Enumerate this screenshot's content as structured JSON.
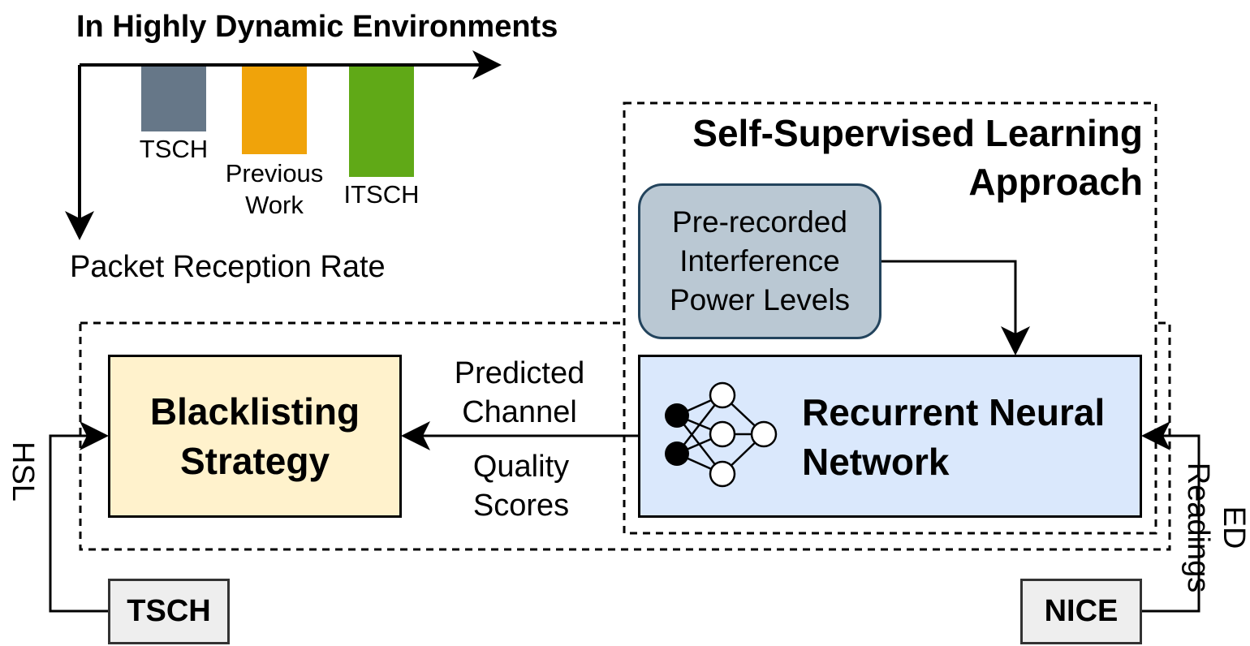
{
  "chart": {
    "title": "In Highly Dynamic Environments",
    "axis_label": "Packet Reception Rate",
    "bars": [
      {
        "label": "TSCH",
        "value": 1,
        "color": "#667788"
      },
      {
        "label": "Previous Work",
        "value": 1.35,
        "color": "#f0a30a"
      },
      {
        "label": "ITSCH",
        "value": 1.7,
        "color": "#60a917"
      }
    ]
  },
  "ssl": {
    "title_line1": "Self-Supervised Learning",
    "title_line2": "Approach"
  },
  "interference": {
    "line1": "Pre-recorded",
    "line2": "Interference",
    "line3": "Power Levels"
  },
  "rnn": {
    "line1": "Recurrent Neural",
    "line2": "Network"
  },
  "blacklist": {
    "line1": "Blacklisting",
    "line2": "Strategy"
  },
  "edge": {
    "line1": "Predicted",
    "line2": "Channel",
    "line3": "Quality",
    "line4": "Scores"
  },
  "tsch_box": "TSCH",
  "nice_box": "NICE",
  "hsl_label": "HSL",
  "ed_label": "ED Readings",
  "colors": {
    "interference_fill": "#bac8d3",
    "interference_stroke": "#23445d",
    "rnn_fill": "#dae8fc",
    "blacklist_fill": "#fff2cc",
    "source_fill": "#eeeeee"
  }
}
